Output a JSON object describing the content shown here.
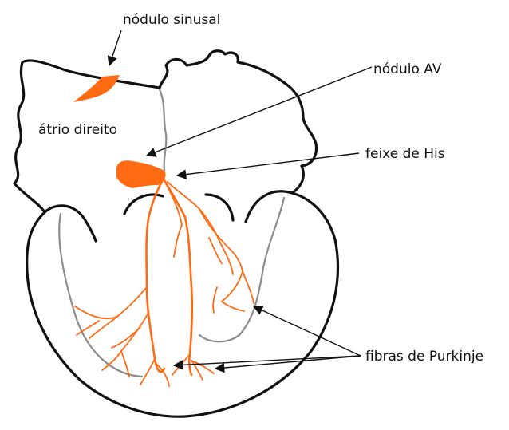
{
  "labels": {
    "sa_node": "nódulo sinusal",
    "av_node": "nódulo AV",
    "right_atrium": "átrio direito",
    "his_bundle": "feixe de His",
    "purkinje": "fibras de Purkinje"
  },
  "colors": {
    "conduction": "#ff6a13",
    "outline": "#111111",
    "septum": "#8c8c8c"
  }
}
